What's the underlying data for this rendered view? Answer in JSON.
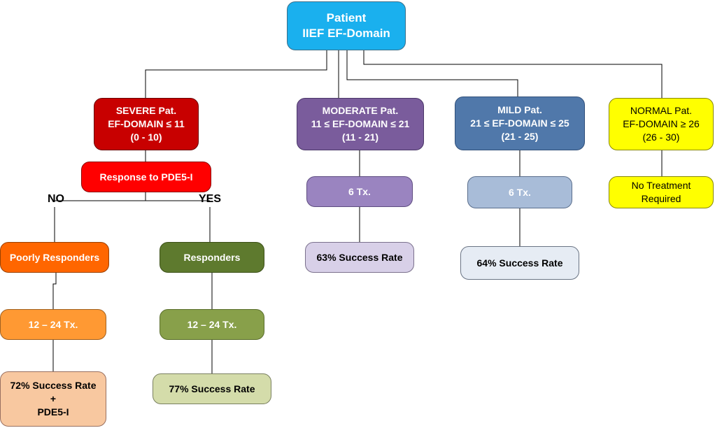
{
  "nodes": {
    "patient": {
      "lines": [
        "Patient",
        "IIEF EF-Domain"
      ],
      "color": "#1ab0ee"
    },
    "severe": {
      "lines": [
        "SEVERE Pat.",
        "EF-DOMAIN ≤ 11",
        "(0 - 10)"
      ],
      "color": "#c80000"
    },
    "moderate": {
      "lines": [
        "MODERATE Pat.",
        "11 ≤ EF-DOMAIN ≤ 21",
        "(11 - 21)"
      ],
      "color": "#7a5c9c"
    },
    "mild": {
      "lines": [
        "MILD Pat.",
        "21 ≤ EF-DOMAIN ≤ 25",
        "(21 - 25)"
      ],
      "color": "#5078aa"
    },
    "normal": {
      "lines": [
        "NORMAL Pat.",
        "EF-DOMAIN ≥ 26",
        "(26 - 30)"
      ],
      "color": "#ffff00"
    },
    "response": {
      "lines": [
        "Response to PDE5-I"
      ],
      "color": "#ff0000"
    },
    "poor": {
      "lines": [
        "Poorly Responders"
      ],
      "color": "#ff6600"
    },
    "responders": {
      "lines": [
        "Responders"
      ],
      "color": "#5e7a2e"
    },
    "poor_tx": {
      "lines": [
        "12 – 24 Tx."
      ],
      "color": "#ff9933"
    },
    "resp_tx": {
      "lines": [
        "12 – 24  Tx."
      ],
      "color": "#88a04a"
    },
    "poor_rate": {
      "lines": [
        "72% Success Rate",
        "+",
        "PDE5-I"
      ],
      "color": "#f8c8a0"
    },
    "resp_rate": {
      "lines": [
        "77% Success Rate"
      ],
      "color": "#d4dcaa"
    },
    "mod_tx": {
      "lines": [
        "6 Tx."
      ],
      "color": "#9a84c0"
    },
    "mod_rate": {
      "lines": [
        "63% Success Rate"
      ],
      "color": "#d8d0e8"
    },
    "mild_tx": {
      "lines": [
        "6 Tx."
      ],
      "color": "#a8bcd8"
    },
    "mild_rate": {
      "lines": [
        "64% Success Rate"
      ],
      "color": "#e6ecf4"
    },
    "normal_tx": {
      "lines": [
        "No Treatment",
        "Required"
      ],
      "color": "#ffff00"
    }
  },
  "branches": {
    "no": "NO",
    "yes": "YES"
  }
}
